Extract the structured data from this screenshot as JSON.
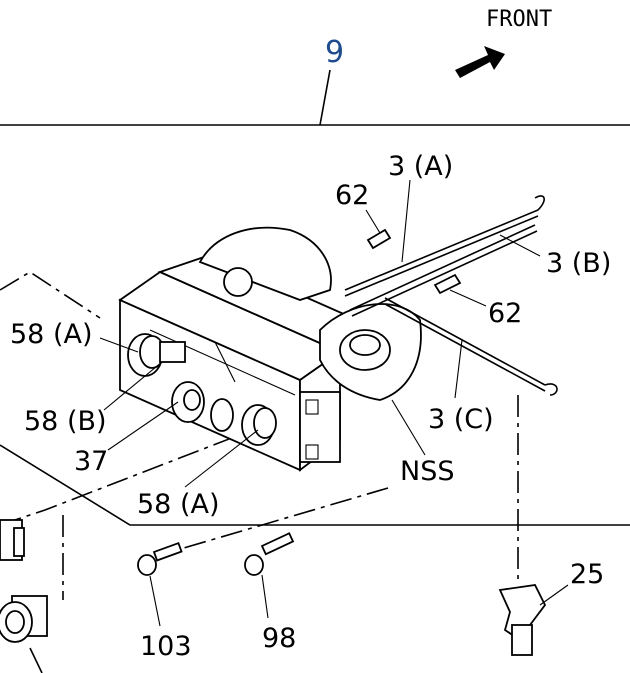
{
  "header": {
    "front_label": "FRONT"
  },
  "callouts": {
    "assembly_number": "9",
    "lever_cable_3a": "3 (A)",
    "lever_cable_3b": "3 (B)",
    "lever_cable_3c": "3 (C)",
    "pin_62_top": "62",
    "pin_62_right": "62",
    "knob_58a_left": "58 (A)",
    "knob_58b": "58 (B)",
    "part_37": "37",
    "knob_58a_bottom": "58 (A)",
    "nss": "NSS",
    "clip_25": "25",
    "screw_103": "103",
    "screw_98": "98"
  },
  "colors": {
    "line": "#000000",
    "assembly_number": "#1f4c8f",
    "background": "#ffffff"
  },
  "icons": {
    "front_arrow": "front-arrow-icon"
  }
}
